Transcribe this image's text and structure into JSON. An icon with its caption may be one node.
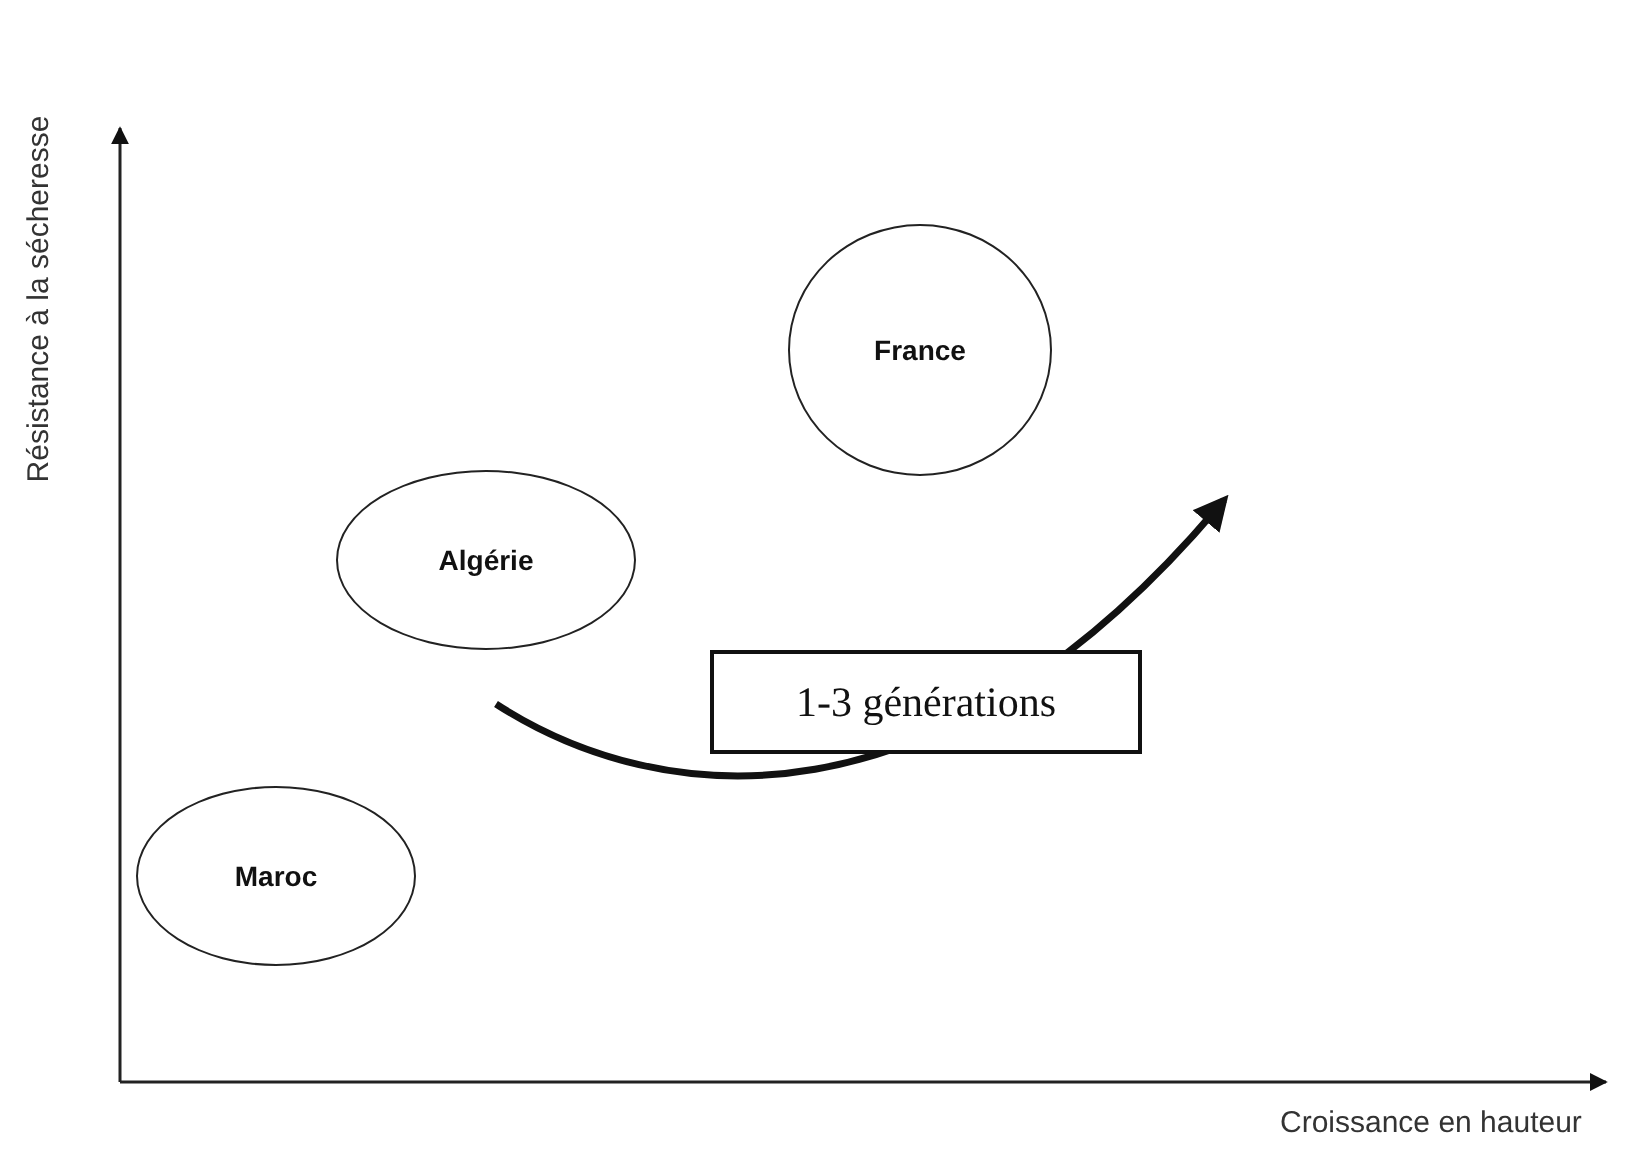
{
  "diagram": {
    "nodes": [
      {
        "text": [
          "France"
        ]
      },
      {
        "text": [
          "Algérie"
        ]
      },
      {
        "text": [
          "1-3 générations"
        ]
      },
      {
        "text": [
          "Maroc"
        ]
      }
    ],
    "labels": [
      "Résistance à la sécheresse",
      "Croissance en hauteur"
    ]
  }
}
